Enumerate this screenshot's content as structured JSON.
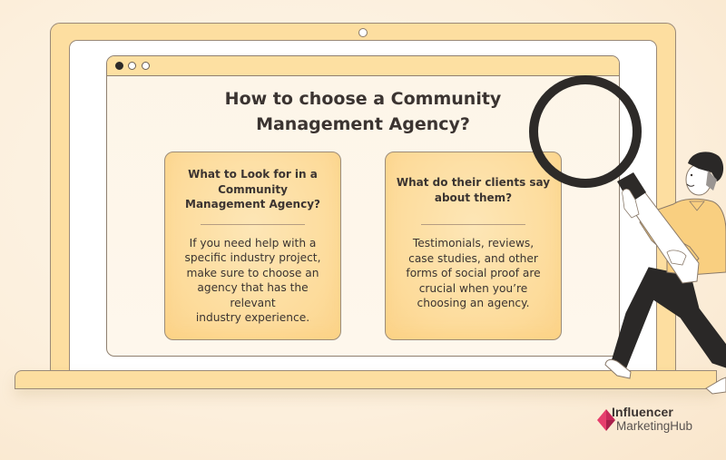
{
  "illustration": {
    "type": "laptop-with-browser-window",
    "colors": {
      "background": "#fcefdc",
      "laptop_fill": "#fddea0",
      "outline": "#9a8a78",
      "screen": "#ffffff",
      "window_body": "#fdf5e8",
      "card_fill": "#fddb9a",
      "text": "#3b3431",
      "magnifier": "#2d2a28",
      "logo_accent": "#e0336b"
    },
    "window_controls": [
      {
        "name": "dot-1",
        "state": "filled"
      },
      {
        "name": "dot-2",
        "state": "empty"
      },
      {
        "name": "dot-3",
        "state": "empty"
      }
    ]
  },
  "page": {
    "title_line1": "How to choose a Community",
    "title_line2": "Management Agency?"
  },
  "cards": [
    {
      "heading_lines": [
        "What to Look for in a",
        "Community",
        "Management Agency?"
      ],
      "body_lines": [
        "If you need help with a",
        "specific industry project,",
        "make sure to choose an",
        "agency that has the relevant",
        "industry experience."
      ]
    },
    {
      "heading_lines": [
        "What do their clients say",
        "about them?"
      ],
      "body_lines": [
        "Testimonials, reviews,",
        "case studies, and other",
        "forms of social proof are",
        "crucial when you’re",
        "choosing an agency."
      ]
    }
  ],
  "figure": {
    "description": "man holding large magnifying glass",
    "icon": "magnifying-glass-icon"
  },
  "logo": {
    "line1": "Influencer",
    "line2": "MarketingHub"
  }
}
